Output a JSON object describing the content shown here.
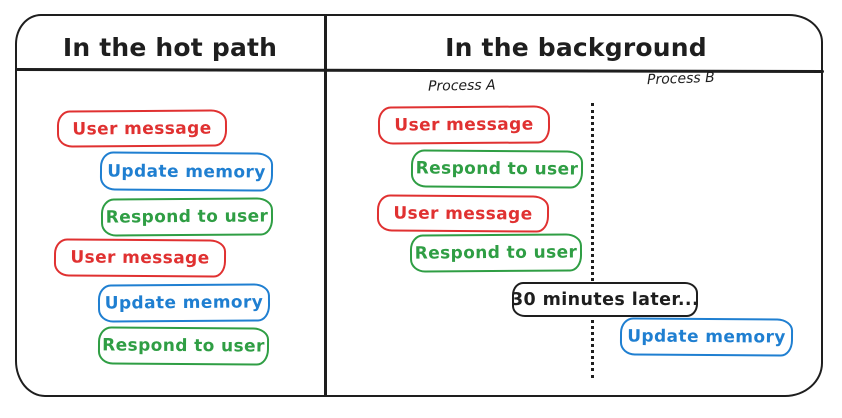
{
  "header": {
    "left_title": "In the hot path",
    "right_title": "In the background"
  },
  "hot_path": {
    "boxes": [
      {
        "label": "User message",
        "color": "red"
      },
      {
        "label": "Update memory",
        "color": "blue"
      },
      {
        "label": "Respond to user",
        "color": "green"
      },
      {
        "label": "User message",
        "color": "red"
      },
      {
        "label": "Update memory",
        "color": "blue"
      },
      {
        "label": "Respond to user",
        "color": "green"
      }
    ]
  },
  "background": {
    "process_a_label": "Process A",
    "process_b_label": "Process B",
    "process_a_boxes": [
      {
        "label": "User message",
        "color": "red"
      },
      {
        "label": "Respond to user",
        "color": "green"
      },
      {
        "label": "User message",
        "color": "red"
      },
      {
        "label": "Respond to user",
        "color": "green"
      }
    ],
    "delay_label": "30 minutes later...",
    "process_b_boxes": [
      {
        "label": "Update memory",
        "color": "blue"
      }
    ]
  },
  "colors": {
    "red": "#e03131",
    "blue": "#1f7fd1",
    "green": "#2f9e44",
    "black": "#1e1e1e"
  }
}
